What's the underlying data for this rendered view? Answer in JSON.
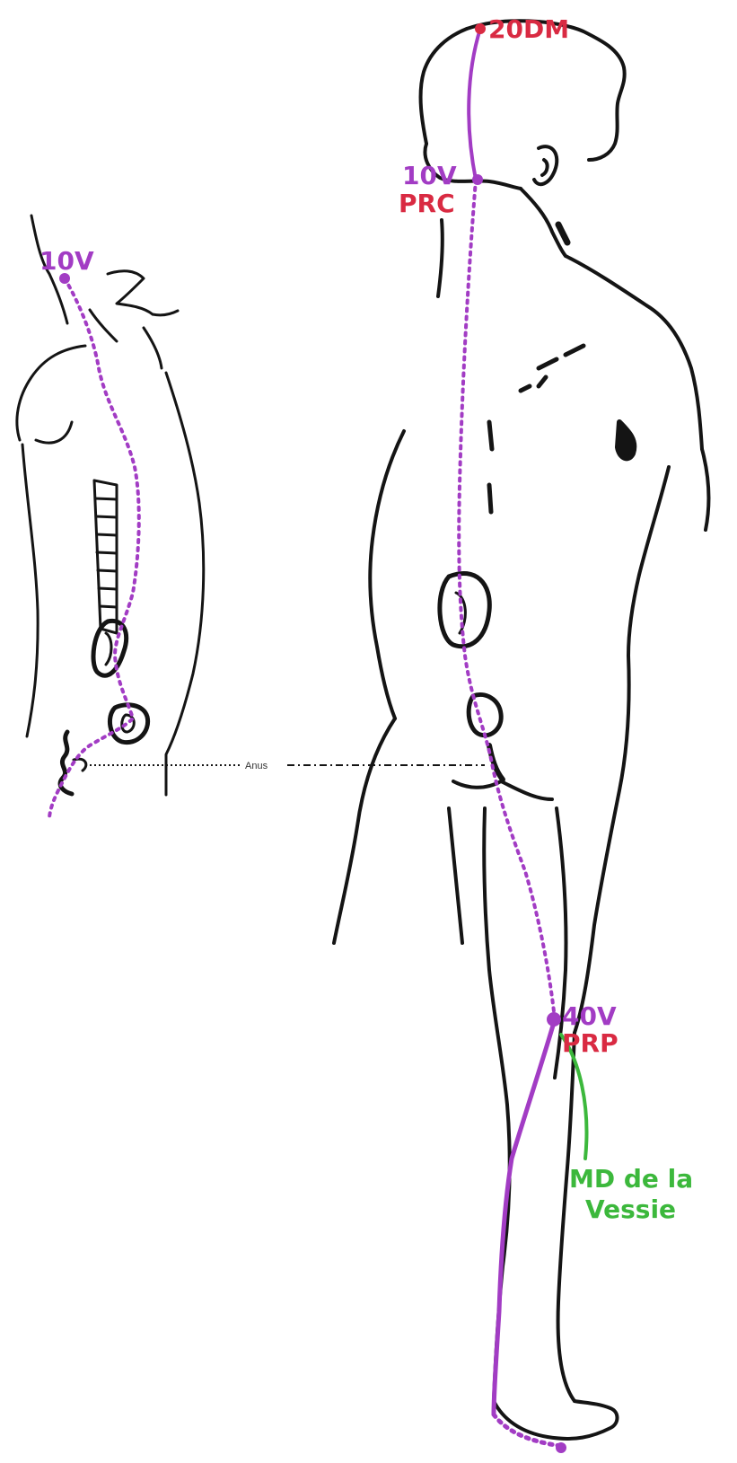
{
  "labels": {
    "point_20dm": "20DM",
    "point_10v_right": "10V",
    "point_prc": "PRC",
    "point_10v_left": "10V",
    "point_40v": "40V",
    "point_prp": "PRP",
    "md_line1": "MD de la",
    "md_line2": "Vessie",
    "anus": "Anus"
  },
  "colors": {
    "ink": "#141414",
    "meridian": "#a23cc4",
    "point_red": "#d92a42",
    "md_green": "#3cb83c"
  }
}
